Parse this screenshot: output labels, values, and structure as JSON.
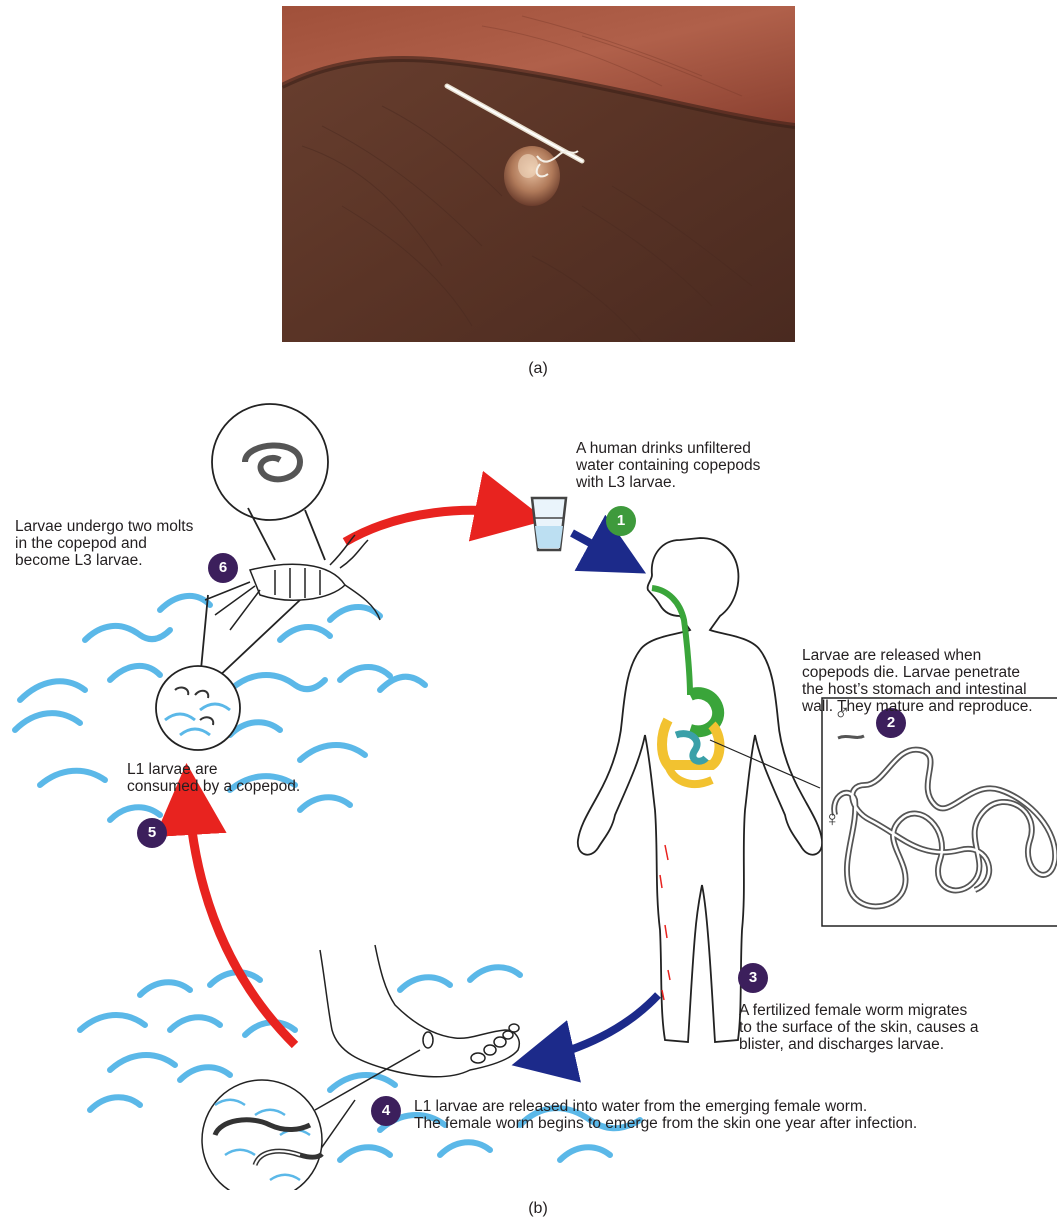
{
  "figure": {
    "caption_a": "(a)",
    "caption_b": "(b)"
  },
  "steps": [
    {
      "number": "1",
      "color": "#3e9a3c",
      "text": "A human drinks unfiltered\nwater containing copepods\nwith L3 larvae."
    },
    {
      "number": "2",
      "color": "#3c1f5c",
      "text": "Larvae are released when\ncopepods die. Larvae penetrate\nthe host’s stomach and intestinal\nwall. They mature and reproduce."
    },
    {
      "number": "3",
      "color": "#3c1f5c",
      "text": "A fertilized female worm migrates\nto the surface of the skin, causes a\nblister, and discharges larvae."
    },
    {
      "number": "4",
      "color": "#3c1f5c",
      "text": "L1 larvae are released into water from the emerging female worm.\nThe female worm begins to emerge from the skin one year after infection."
    },
    {
      "number": "5",
      "color": "#3c1f5c",
      "text": "L1 larvae are\nconsumed by a copepod."
    },
    {
      "number": "6",
      "color": "#3c1f5c",
      "text": "Larvae undergo two molts\nin the copepod and\nbecome L3 larvae."
    }
  ],
  "symbols": {
    "male": "♂",
    "female": "♀"
  },
  "colors": {
    "water": "#5bb8e8",
    "arrow_red": "#e8231f",
    "arrow_blue": "#1c2a8a",
    "digestive_green": "#3aa53a",
    "intestine_yellow": "#f2c230",
    "intestine_teal": "#3aa0a8",
    "skin": "#7a4a3a"
  }
}
